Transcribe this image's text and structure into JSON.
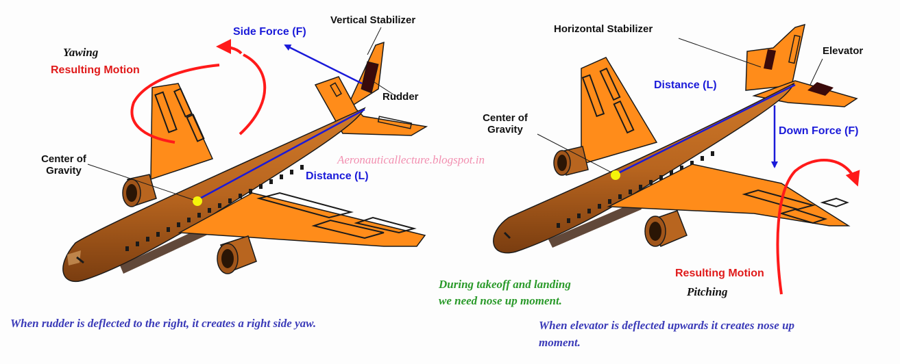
{
  "left_diagram": {
    "yawing": "Yawing",
    "resulting_motion": "Resulting Motion",
    "side_force": "Side Force (F)",
    "vertical_stabilizer": "Vertical Stabilizer",
    "rudder": "Rudder",
    "center_of_gravity_line1": "Center of",
    "center_of_gravity_line2": "Gravity",
    "distance": "Distance (L)",
    "caption": "When rudder is deflected to the right, it creates a right side yaw."
  },
  "right_diagram": {
    "horizontal_stabilizer": "Horizontal Stabilizer",
    "elevator": "Elevator",
    "distance": "Distance (L)",
    "center_of_gravity_line1": "Center of",
    "center_of_gravity_line2": "Gravity",
    "down_force": "Down Force (F)",
    "resulting_motion": "Resulting Motion",
    "pitching": "Pitching",
    "note_line1": "During takeoff and landing",
    "note_line2": "we need nose up moment.",
    "caption_line1": "When elevator is deflected upwards it creates nose up",
    "caption_line2": "moment."
  },
  "watermark": "Aeronauticallecture.blogspot.in",
  "colors": {
    "fuselage": "#b8651f",
    "wing": "#ff8c1a",
    "outline": "#1a1a1a",
    "control_surface": "#3a0a0a",
    "force_arrow": "#1a1ad9",
    "motion_arrow": "#ff1a1a",
    "center_of_gravity_dot": "#f5f50a",
    "caption_text": "#3a3ab8",
    "note_text": "#2a9a2a",
    "watermark_text": "#f28fb0"
  }
}
